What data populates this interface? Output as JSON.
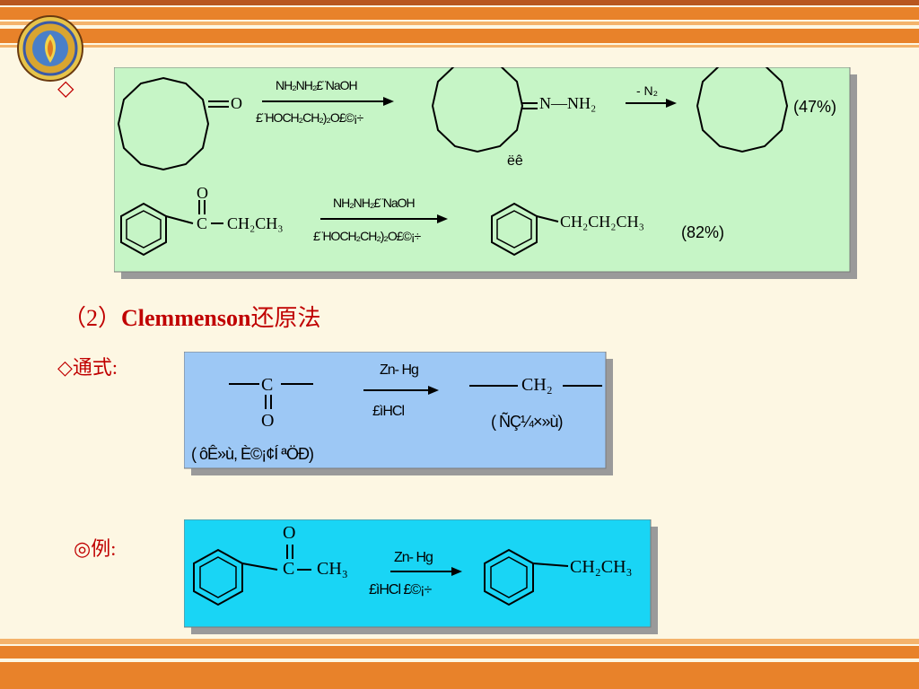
{
  "colors": {
    "background": "#fdf7e3",
    "stripe_orange": "#e8822a",
    "stripe_dark": "#b8561e",
    "panel_green": "#c6f5c6",
    "panel_blue": "#9dc8f5",
    "panel_cyan": "#19d5f5",
    "heading_red": "#c00000"
  },
  "panel1": {
    "r1_reagent_top": "NH₂NH₂£¨NaOH",
    "r1_reagent_bottom": "£¨HOCH₂CH₂)₂O£©¡÷",
    "r1_hydrazone_label": "N—NH₂",
    "r1_carbonyl_o": "O",
    "r1_intermediate_note": "ëê",
    "r1_step2_reagent": "- N₂",
    "r1_yield": "(47%)",
    "r2_o": "O",
    "r2_c": "C",
    "r2_chain": "CH₂CH₃",
    "r2_reagent_top": "NH₂NH₂£¨NaOH",
    "r2_reagent_bottom": "£¨HOCH₂CH₂)₂O£©¡÷",
    "r2_product_chain": "CH₂CH₂CH₃",
    "r2_yield": "(82%)"
  },
  "section_heading": {
    "number": "（2）",
    "name": "Clemmenson",
    "suffix": "还原法"
  },
  "general_label": "◇通式:",
  "bullet_top": "◇",
  "panel2": {
    "c": "C",
    "o": "O",
    "reagent_top": "Zn- Hg",
    "reagent_bottom": "£ìHCl",
    "product": "CH₂",
    "product_note": "( ÑÇ¼×»ù)",
    "substrate_note": "( ôÊ»ù, È©¡¢Í ªÖÐ)"
  },
  "example_label": "◎例:",
  "panel3": {
    "o": "O",
    "c": "C",
    "ch3": "CH₃",
    "reagent_top": "Zn- Hg",
    "reagent_bottom": "£ìHCl £©¡÷",
    "product_chain": "CH₂CH₃"
  }
}
